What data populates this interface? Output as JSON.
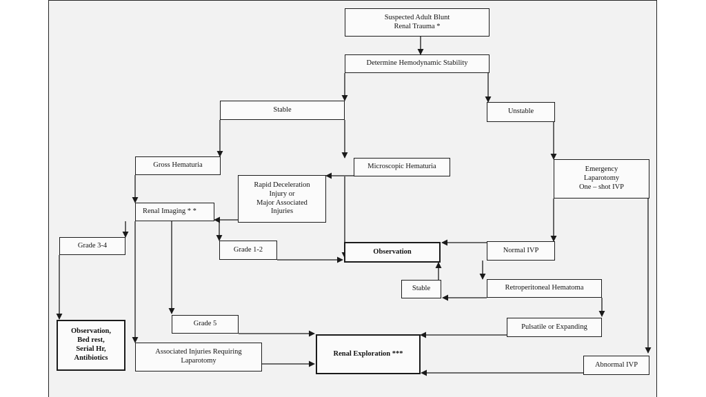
{
  "nodes": {
    "suspected": "Suspected Adult Blunt\nRenal Trauma *",
    "determine": "Determine Hemodynamic Stability",
    "stable_top": "Stable",
    "unstable": "Unstable",
    "gross": "Gross Hematuria",
    "micro": "Microscopic Hematuria",
    "emergency": "Emergency\nLaparotomy\nOne – shot IVP",
    "rapid": "Rapid Deceleration\nInjury or\nMajor Associated\nInjuries",
    "renal_imaging": "Renal Imaging * *",
    "grade34": "Grade  3-4",
    "grade12": "Grade 1-2",
    "observation": "Observation",
    "normal_ivp": "Normal IVP",
    "stable_small": "Stable",
    "retro": "Retroperitoneal Hematoma",
    "obs_bedrest": "Observation,\nBed rest,\nSerial Hr,\nAntibiotics",
    "grade5": "Grade 5",
    "pulsatile": "Pulsatile or Expanding",
    "assoc": "Associated Injuries Requiring\nLaparotomy",
    "renal_exploration": "Renal Exploration ***",
    "abnormal_ivp": "Abnormal IVP"
  }
}
